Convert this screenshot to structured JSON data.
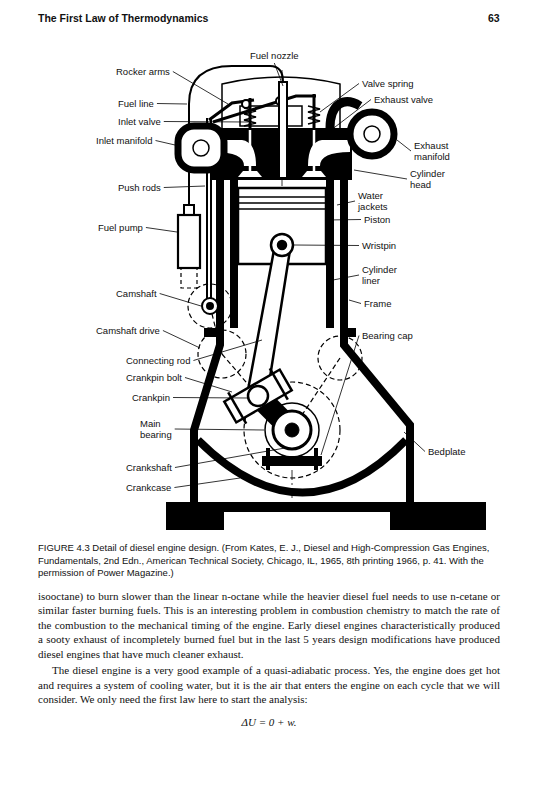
{
  "diagram": {
    "caption": "FIGURE 4.3 Detail of diesel engine design. (From Kates, E. J., Diesel and High-Compression Gas Engines, Fundamentals, 2nd Edn., American Technical Society, Chicago, IL, 1965, 8th printing 1966, p. 41. With the permission of Power Magazine.)",
    "labels": [
      "The First Law of Thermodynamics",
      "63",
      "Rocker arms",
      "Fuel nozzle",
      "Valve spring",
      "Exhaust valve",
      "Fuel line",
      "Inlet valve",
      "Inlet manifold",
      "Exhaust manifold",
      "Cylinder head",
      "Water jackets",
      "Push rods",
      "Piston",
      "Fuel pump",
      "Wristpin",
      "Cylinder liner",
      "Camshaft",
      "Frame",
      "Camshaft drive",
      "Bearing cap",
      "Connecting rod",
      "Crankpin bolt",
      "Crankpin",
      "Main bearing",
      "Bedplate",
      "Crankshaft",
      "Crankcase",
      "isooctane) to burn slower than the linear n-octane while the heavier diesel fuel needs to use n-cetane or similar faster burning fuels. This is an interesting problem in combustion chemistry to match the rate of the combustion to the mechanical timing of the engine. Early diesel engines characteristically produced a sooty exhaust of incompletely burned fuel but in the last 5 years design modifications have produced diesel engines that have much cleaner exhaust.",
      "The diesel engine is a very good example of a quasi-adiabatic process. Yes, the engine does get hot and requires a system of cooling water, but it is the air that enters the engine on each cycle that we will consider. We only need the first law here to start the analysis:",
      "ΔU = 0 + w."
    ]
  }
}
